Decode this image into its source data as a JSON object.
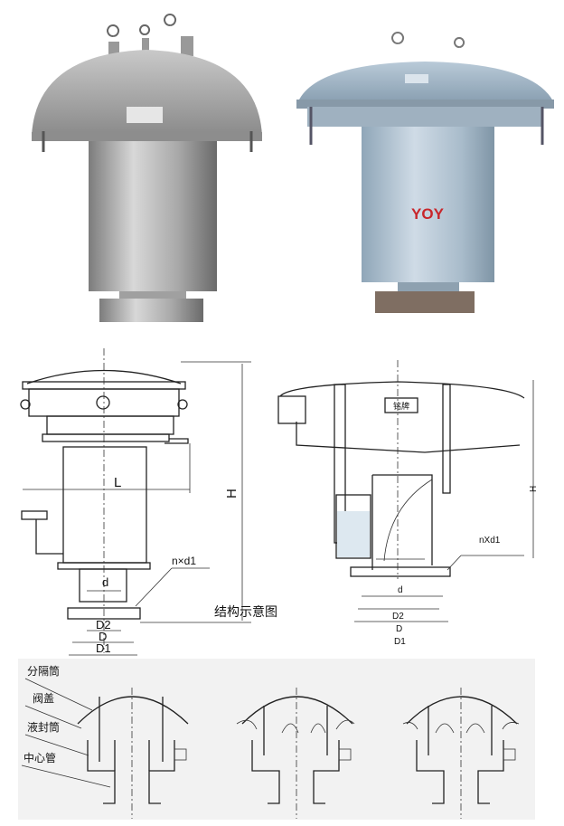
{
  "photos": {
    "left": {
      "nameplate": ""
    },
    "right": {
      "brand": "YOY",
      "brand_color": "#c8262b"
    }
  },
  "drawing_left": {
    "labels": {
      "L": "L",
      "H": "H",
      "d": "d",
      "nxd1": "n×d1",
      "D2": "D2",
      "D": "D",
      "D1": "D1"
    }
  },
  "drawing_right": {
    "nameplate": "铭牌",
    "labels": {
      "H": "H",
      "d": "d",
      "nxd1": "nXd1",
      "D2": "D2",
      "D": "D",
      "D1": "D1"
    }
  },
  "caption": "结构示意图",
  "principle": {
    "labels": [
      "分隔筒",
      "阀盖",
      "液封筒",
      "中心管"
    ]
  }
}
